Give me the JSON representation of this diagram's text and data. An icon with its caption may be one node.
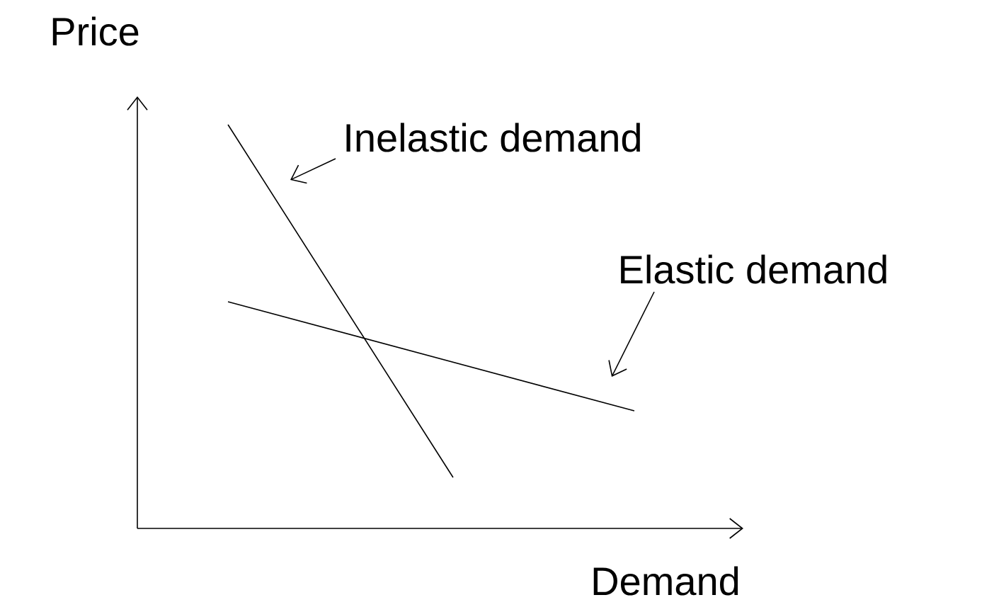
{
  "diagram": {
    "nodes": [
      {
        "text": [
          "Inelastic demand"
        ]
      },
      {
        "text": [
          "Elastic demand"
        ]
      },
      {
        "text": [],
        "shape": "line"
      },
      {
        "text": [],
        "shape": "line"
      }
    ],
    "edges": [
      {
        "from": 0,
        "to": 2,
        "arrow": "to"
      },
      {
        "from": 1,
        "to": 3,
        "arrow": "to"
      }
    ],
    "labels": [
      "Price",
      "Demand"
    ]
  }
}
